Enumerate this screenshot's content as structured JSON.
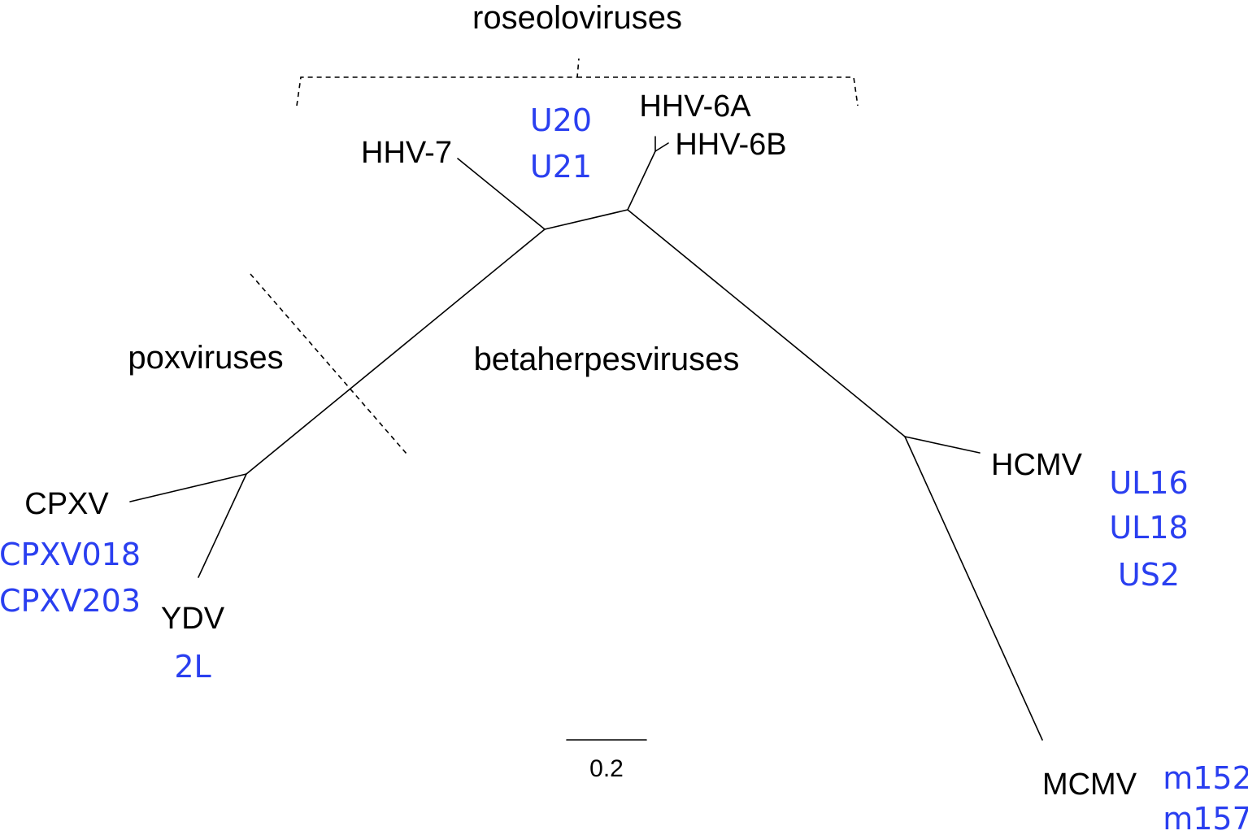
{
  "colors": {
    "gene": "#2a3ff0",
    "taxon": "#000000"
  },
  "groups": {
    "roseoloviruses": "roseoloviruses",
    "poxviruses": "poxviruses",
    "betaherpesviruses": "betaherpesviruses"
  },
  "taxa": {
    "hhv7": "HHV-7",
    "hhv6a": "HHV-6A",
    "hhv6b": "HHV-6B",
    "hcmv": "HCMV",
    "mcmv": "MCMV",
    "cpxv": "CPXV",
    "ydv": "YDV"
  },
  "genes": {
    "roseolo": [
      "U20",
      "U21"
    ],
    "hcmv": [
      "UL16",
      "UL18",
      "US2"
    ],
    "mcmv": [
      "m152",
      "m157"
    ],
    "cpxv": [
      "CPXV018",
      "CPXV203"
    ],
    "ydv": [
      "2L"
    ]
  },
  "scale_bar": {
    "label": "0.2"
  }
}
